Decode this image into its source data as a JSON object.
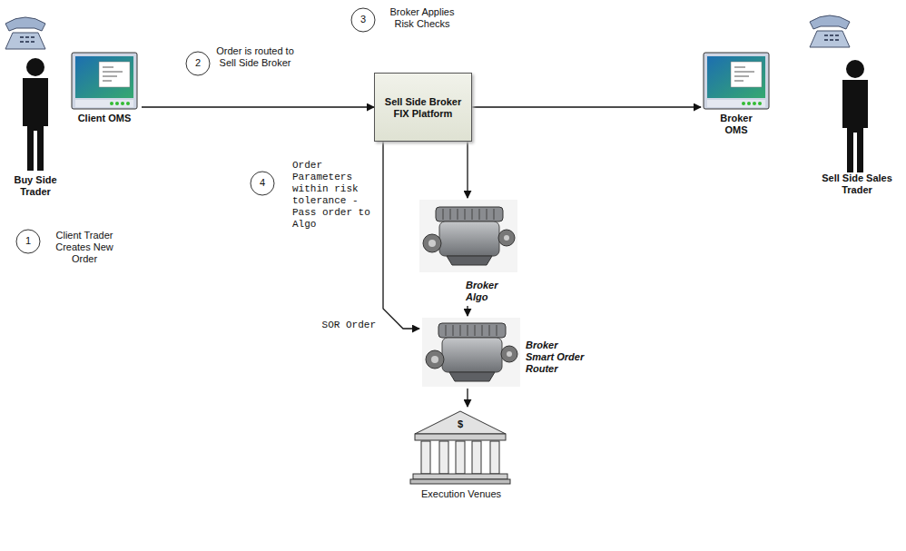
{
  "diagram": {
    "nodes": [
      {
        "text": [
          "Buy Side Trader"
        ]
      },
      {
        "text": [
          "Client OMS"
        ]
      },
      {
        "text": [
          "Sell Side Broker FIX Platform"
        ]
      },
      {
        "text": [
          "Broker OMS"
        ]
      },
      {
        "text": [
          "Sell Side Sales Trader"
        ]
      },
      {
        "text": [
          "Broker Algo"
        ]
      },
      {
        "text": [
          "Broker Smart Order Router"
        ]
      },
      {
        "text": [
          "Execution Venues"
        ]
      }
    ],
    "edges": [
      {
        "from": 1,
        "to": 2,
        "arrow": "to"
      },
      {
        "from": 2,
        "to": 3,
        "arrow": "to"
      },
      {
        "from": 2,
        "to": 5,
        "arrow": "to"
      },
      {
        "from": 2,
        "to": 6,
        "arrow": "to"
      },
      {
        "from": 5,
        "to": 6,
        "arrow": "to"
      },
      {
        "from": 6,
        "to": 7,
        "arrow": "to"
      }
    ],
    "labels": [
      "1",
      "Client Trader Creates New Order",
      "2",
      "Order is routed to Sell Side Broker",
      "3",
      "Broker Applies Risk Checks",
      "4",
      "Order Parameters within risk tolerance - Pass order to Algo",
      "SOR Order",
      "$"
    ]
  }
}
